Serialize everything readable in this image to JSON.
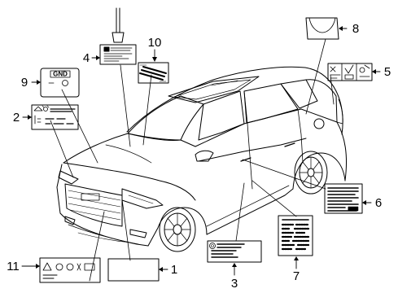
{
  "diagram": {
    "callouts": [
      "1",
      "2",
      "3",
      "4",
      "5",
      "6",
      "7",
      "8",
      "9",
      "10",
      "11"
    ],
    "label_9_text": "GND"
  },
  "colors": {
    "line": "#000000",
    "background": "#ffffff"
  }
}
